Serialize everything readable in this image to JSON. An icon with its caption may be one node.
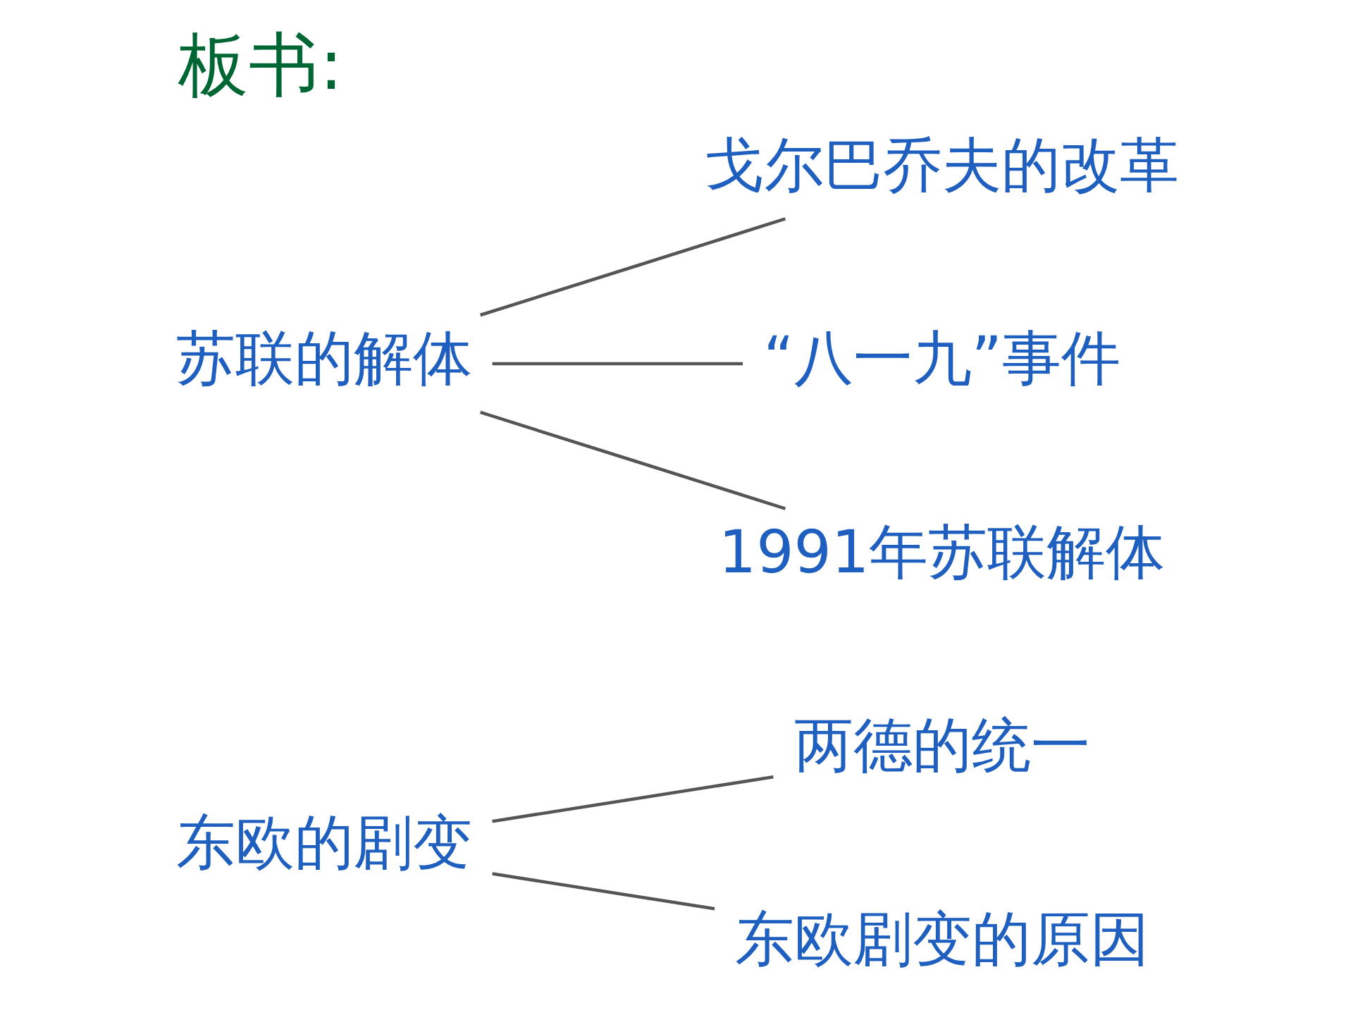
{
  "diagram": {
    "title": "板书:",
    "nodes": [
      {
        "text": [
          "东欧的剧变"
        ]
      },
      {
        "text": [
          "两德的统一"
        ]
      },
      {
        "text": [
          "东欧剧变的原因"
        ]
      },
      {
        "text": [
          "苏联的解体"
        ]
      },
      {
        "text": [
          "戈尔巴乔夫的改革"
        ]
      },
      {
        "text": [
          "“八一九”事件"
        ]
      },
      {
        "text": [
          "1991年苏联解体"
        ]
      }
    ],
    "edges": [
      {
        "from": 0,
        "to": 1,
        "arrow": "none"
      },
      {
        "from": 0,
        "to": 2,
        "arrow": "none"
      },
      {
        "from": 3,
        "to": 4,
        "arrow": "none"
      },
      {
        "from": 3,
        "to": 5,
        "arrow": "none"
      },
      {
        "from": 3,
        "to": 6,
        "arrow": "none"
      }
    ]
  }
}
